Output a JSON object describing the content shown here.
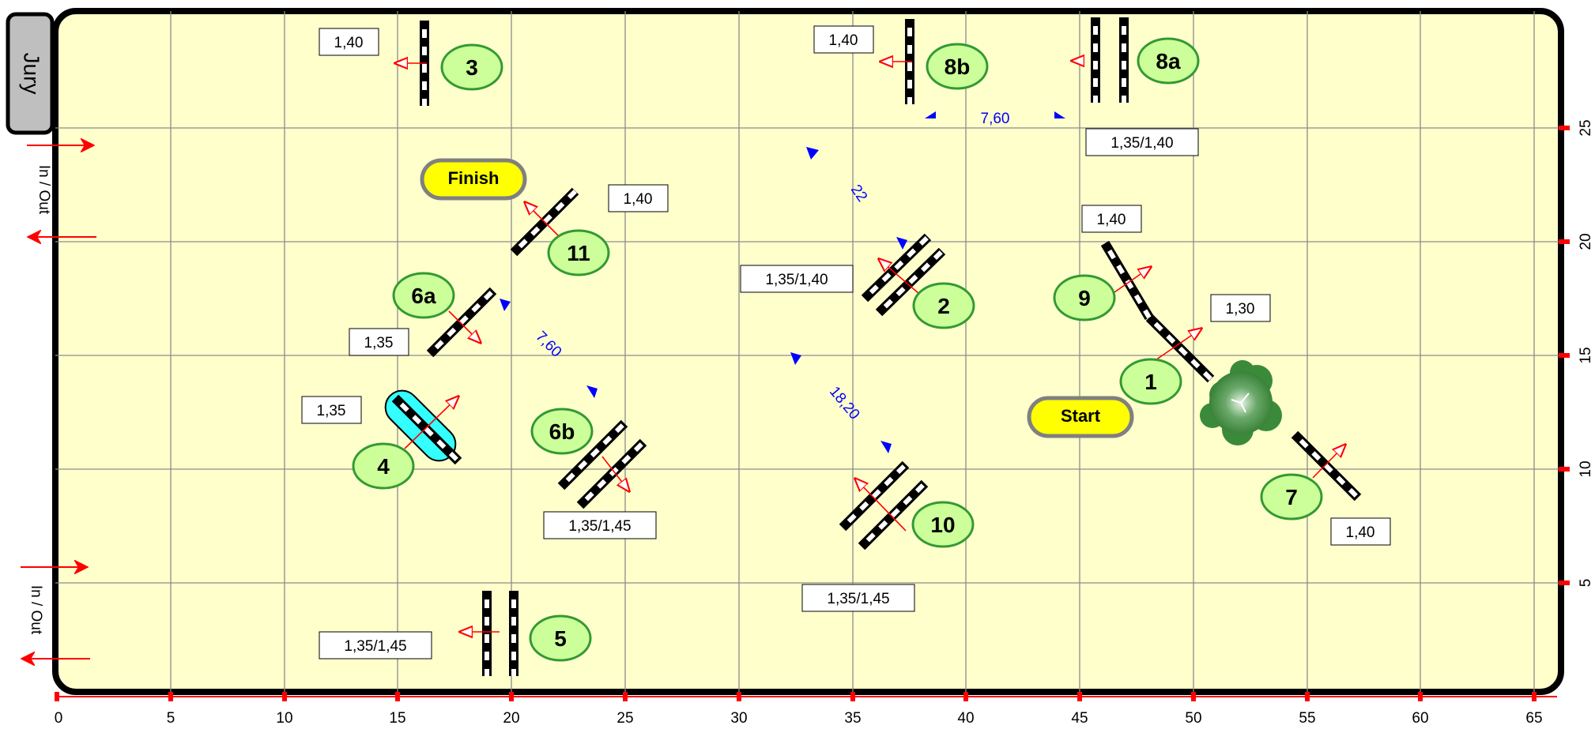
{
  "jury_label": "Jury",
  "in_out_label": "In / Out",
  "start_label": "Start",
  "finish_label": "Finish",
  "x_axis_ticks": [
    "0",
    "5",
    "10",
    "15",
    "20",
    "25",
    "30",
    "35",
    "40",
    "45",
    "50",
    "55",
    "60",
    "65"
  ],
  "y_axis_ticks": [
    "5",
    "10",
    "15",
    "20",
    "25"
  ],
  "obstacles": [
    {
      "id": "1",
      "label": "1",
      "height": "1,30",
      "type": "vertical"
    },
    {
      "id": "2",
      "label": "2",
      "height": "1,35/1,40",
      "type": "oxer"
    },
    {
      "id": "3",
      "label": "3",
      "height": "1,40",
      "type": "vertical"
    },
    {
      "id": "4",
      "label": "4",
      "height": "1,35",
      "type": "water-vertical"
    },
    {
      "id": "5",
      "label": "5",
      "height": "1,35/1,45",
      "type": "oxer"
    },
    {
      "id": "6a",
      "label": "6a",
      "height": "1,35",
      "type": "vertical"
    },
    {
      "id": "6b",
      "label": "6b",
      "height": "1,35/1,45",
      "type": "oxer"
    },
    {
      "id": "7",
      "label": "7",
      "height": "1,40",
      "type": "vertical"
    },
    {
      "id": "8a",
      "label": "8a",
      "height": "1,35/1,40",
      "type": "oxer"
    },
    {
      "id": "8b",
      "label": "8b",
      "height": "1,40",
      "type": "vertical"
    },
    {
      "id": "9",
      "label": "9",
      "height": "1,40",
      "type": "vertical"
    },
    {
      "id": "10",
      "label": "10",
      "height": "1,35/1,45",
      "type": "oxer"
    },
    {
      "id": "11",
      "label": "11",
      "height": "1,40",
      "type": "vertical"
    }
  ],
  "distances": [
    "7,60",
    "22",
    "7,60",
    "18,20"
  ],
  "colors": {
    "arena_fill": "#ffffcc",
    "grid": "#8c8c8c",
    "number_fill": "#ccff99",
    "number_stroke": "#339933",
    "direction_arrow": "#ff0000",
    "distance_text": "#0000ff",
    "start_finish_fill": "#ffff00",
    "water_fill": "#33ffff",
    "tree": "#3a8a3a",
    "jury_fill": "#bfbfbf"
  }
}
